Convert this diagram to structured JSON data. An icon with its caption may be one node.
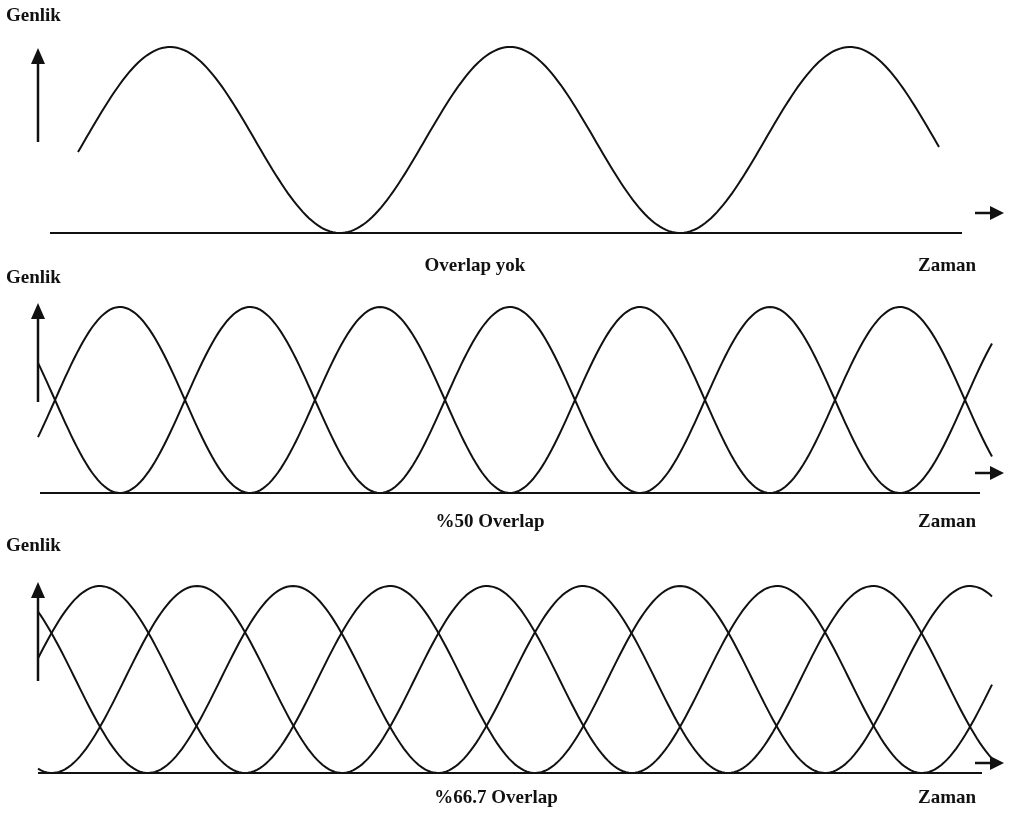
{
  "diagram": {
    "labels": [
      "Genlik",
      "Overlap yok",
      "Zaman",
      "Genlik",
      "%50 Overlap",
      "Zaman",
      "Genlik",
      "%66.7 Overlap",
      "Zaman"
    ]
  }
}
